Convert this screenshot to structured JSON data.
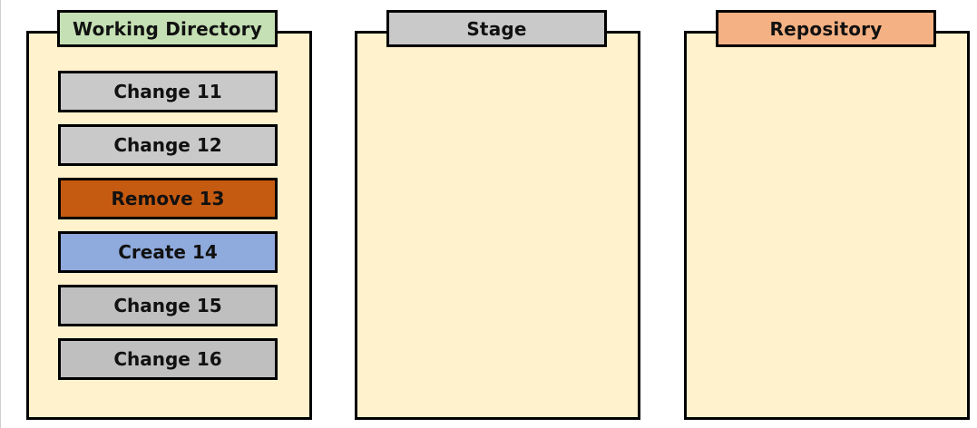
{
  "headers": {
    "working": "Working Directory",
    "stage": "Stage",
    "repository": "Repository"
  },
  "colors": {
    "panel_fill": "#fff2cc",
    "working_header": "#c5e0b4",
    "stage_header": "#c9c9c9",
    "repository_header": "#f4b183"
  },
  "working_items": [
    {
      "label": "Change 11",
      "color": "#c9c9c9"
    },
    {
      "label": "Change 12",
      "color": "#c9c9c9"
    },
    {
      "label": "Remove 13",
      "color": "#c55a11"
    },
    {
      "label": "Create 14",
      "color": "#8faadc"
    },
    {
      "label": "Change 15",
      "color": "#bfbfbf"
    },
    {
      "label": "Change 16",
      "color": "#bfbfbf"
    }
  ]
}
